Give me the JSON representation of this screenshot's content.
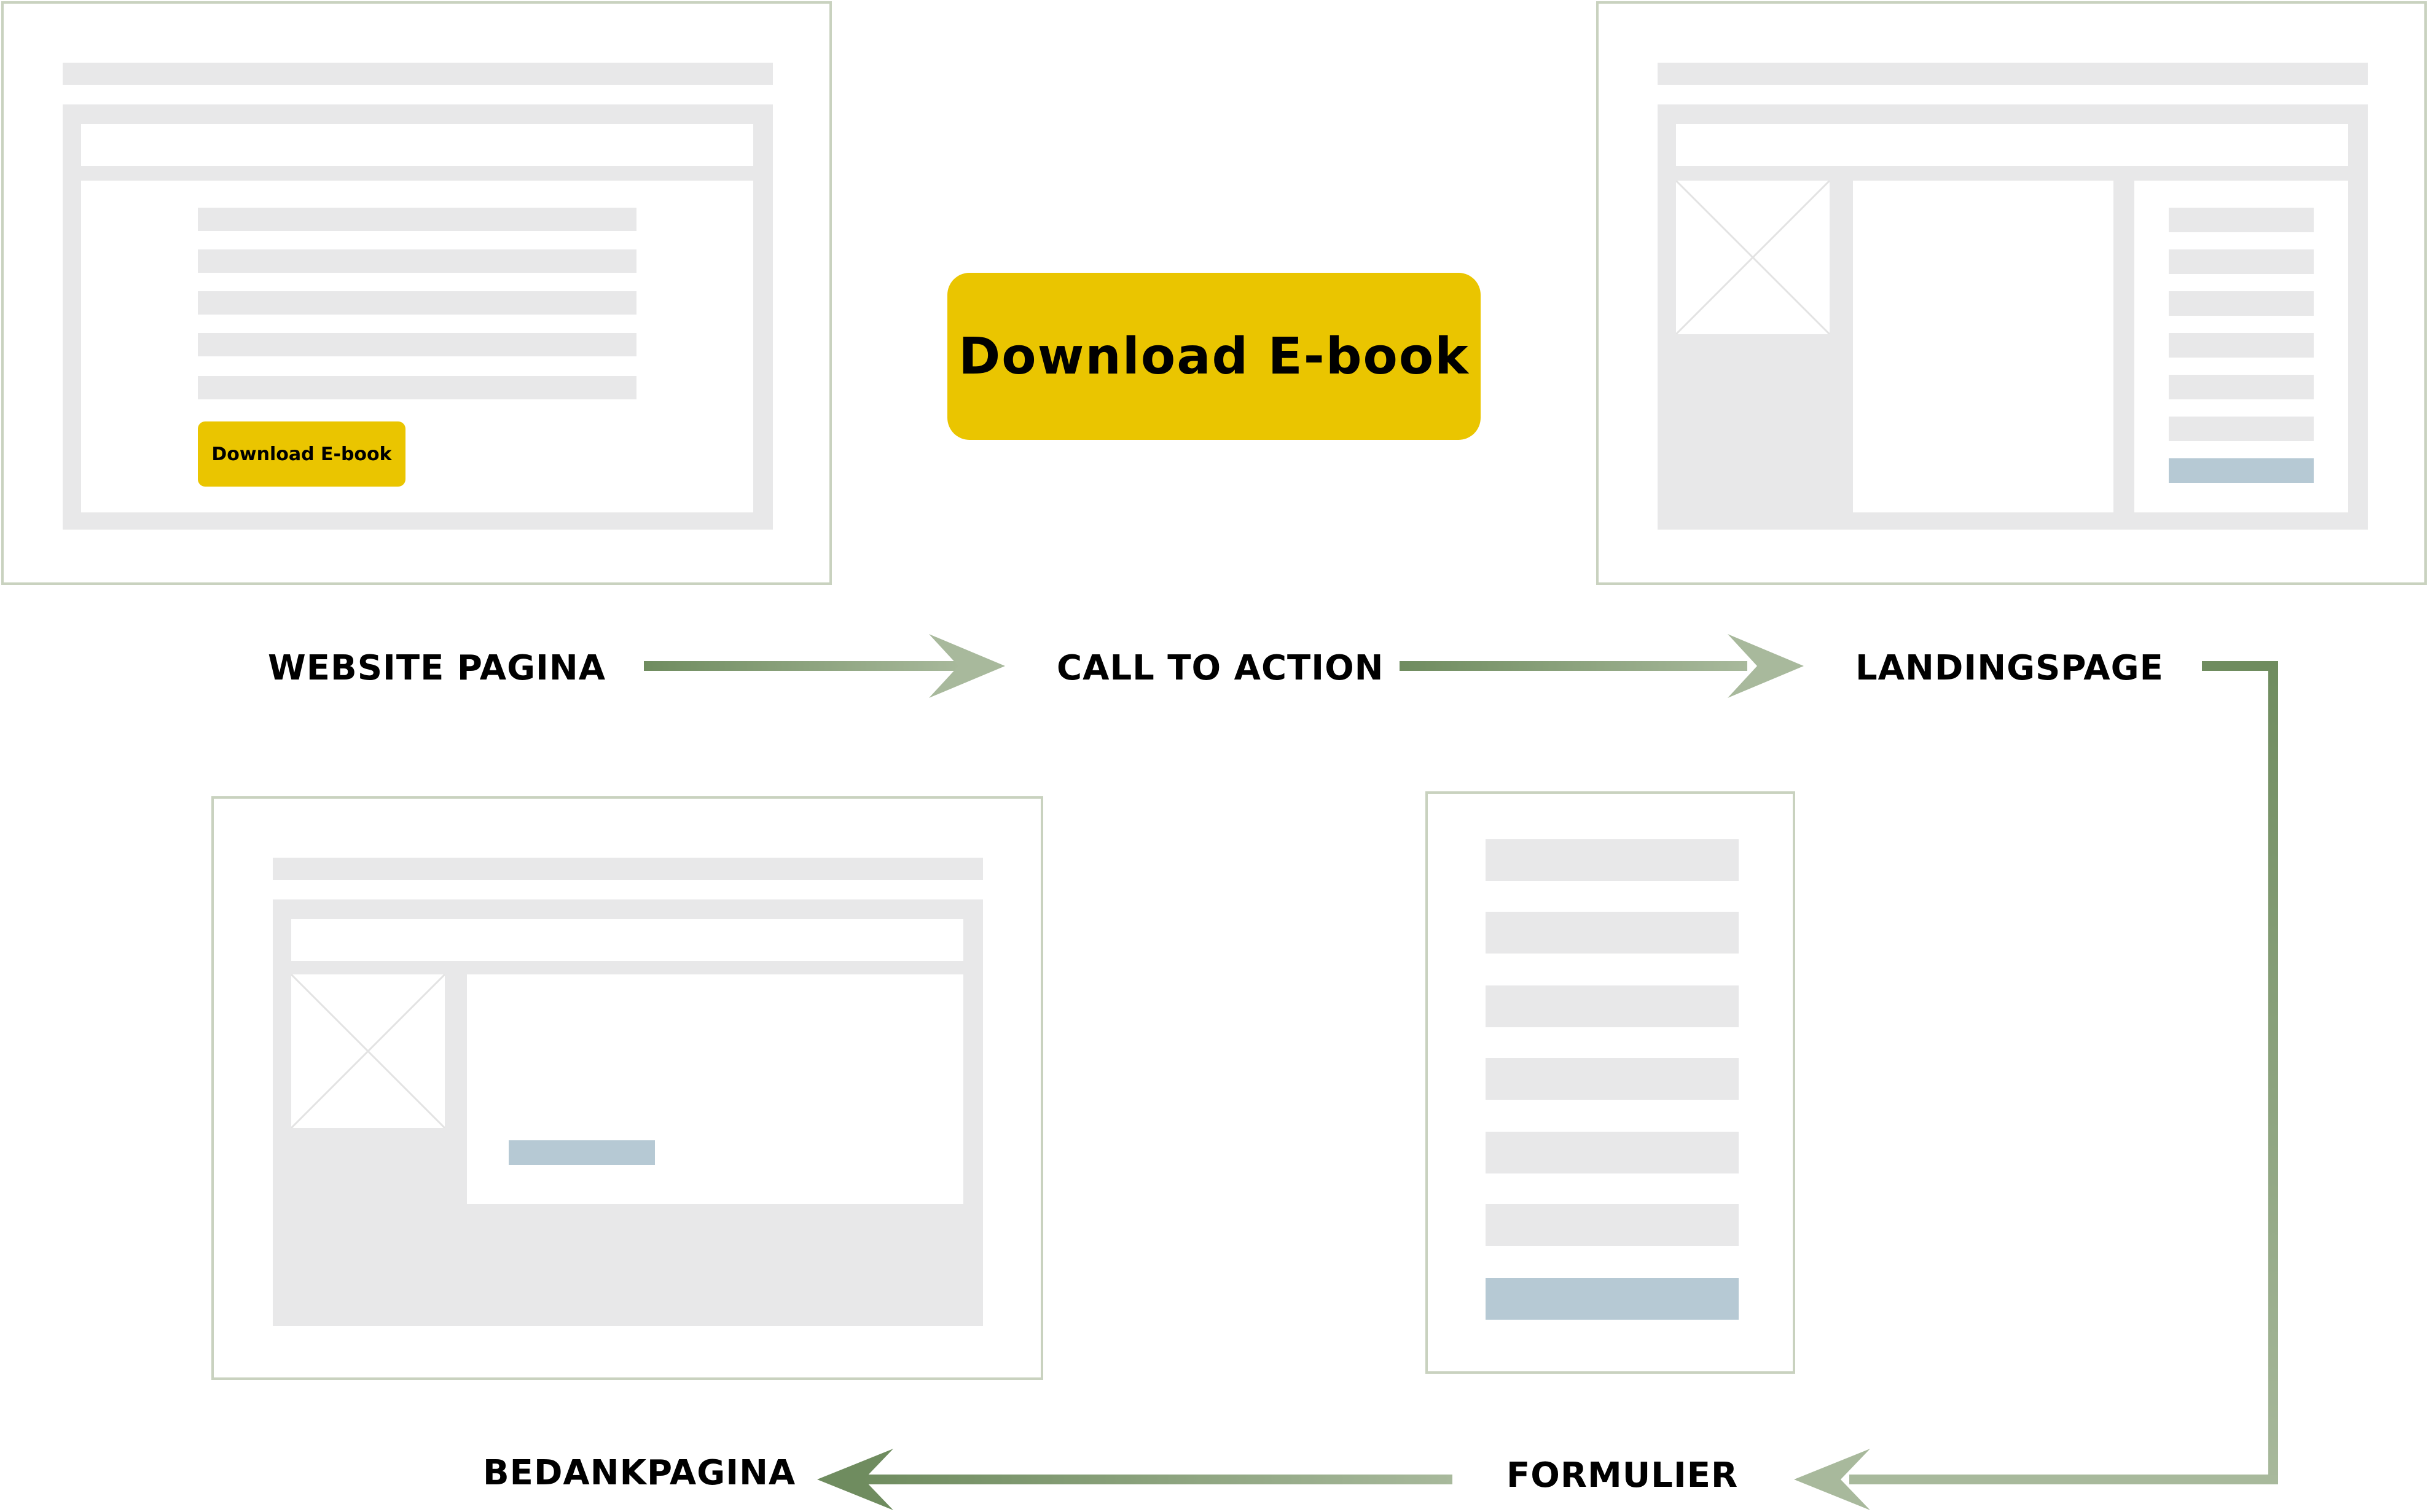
{
  "labels": {
    "website_pagina": "WEBSITE PAGINA",
    "call_to_action": "CALL TO ACTION",
    "landingspage": "LANDINGSPAGE",
    "formulier": "FORMULIER",
    "bedankpagina": "BEDANKPAGINA"
  },
  "buttons": {
    "cta_large": "Download E-book",
    "cta_small": "Download E-book"
  },
  "colors": {
    "cta_yellow": "#eac500",
    "wire_grey": "#e8e8e9",
    "frame_border": "#c9d2bf",
    "submit_blue": "#b6c9d4",
    "arrow_dark": "#6f8c5f",
    "arrow_light": "#a8b99c"
  }
}
